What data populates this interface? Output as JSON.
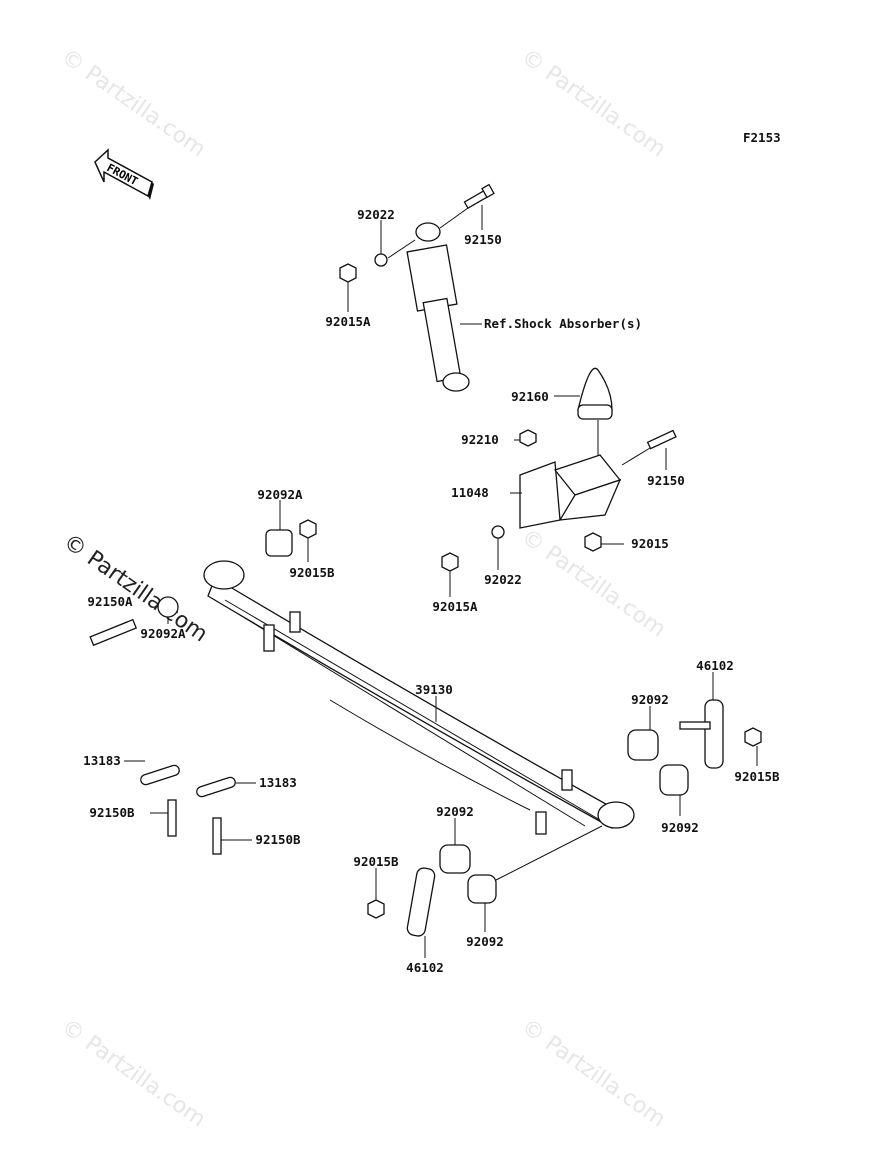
{
  "diagram_code": "F2153",
  "front_arrow": "FRONT",
  "watermark": "© Partzilla.com",
  "labels": {
    "washer_top": "92022",
    "bolt_top": "92150",
    "nut_top": "92015A",
    "shock_ref": "Ref.Shock Absorber(s)",
    "bump_stop": "92160",
    "nut_bracket": "92210",
    "bolt_bracket": "92150",
    "bracket": "11048",
    "bushing_front_top": "92092A",
    "nut_front": "92015B",
    "nut_bracket_bottom": "92015",
    "washer_bracket": "92022",
    "nut_bracket_left": "92015A",
    "bolt_front": "92150A",
    "bushing_front_bottom": "92092A",
    "leaf_spring": "39130",
    "shackle_right": "46102",
    "bushing_right_top": "92092",
    "nut_right": "92015B",
    "bushing_right_bottom": "92092",
    "plate_left": "13183",
    "plate_right": "13183",
    "bolt_left_b": "92150B",
    "bolt_right_b": "92150B",
    "bushing_center_top": "92092",
    "nut_center": "92015B",
    "bushing_center_bottom": "92092",
    "shackle_center": "46102"
  }
}
